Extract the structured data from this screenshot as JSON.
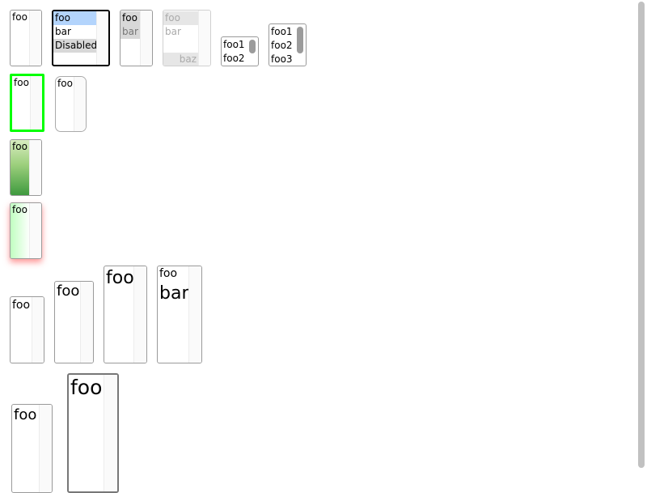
{
  "row1": {
    "single_foo": "foo",
    "focused": {
      "options": [
        "foo",
        "bar",
        "Disabled"
      ]
    },
    "gray_selected": {
      "options": [
        "foo",
        "bar"
      ]
    },
    "disabled_list": {
      "options": [
        "foo",
        "bar",
        "baz"
      ]
    },
    "small_scroll": {
      "options": [
        "foo1",
        "foo2"
      ]
    },
    "scroll3": {
      "options": [
        "foo1",
        "foo2",
        "foo3"
      ]
    }
  },
  "row2": {
    "green_border": "foo",
    "rounded": "foo"
  },
  "row3": {
    "gradient": "foo"
  },
  "row4": {
    "glow": "foo"
  },
  "row5": {
    "size1": "foo",
    "size2": "foo",
    "size3": "foo",
    "multi": [
      "foo",
      "bar"
    ]
  },
  "row6": {
    "large1": "foo",
    "large2": "foo"
  },
  "colors": {
    "selection_blue": "#b3d4fc",
    "selection_gray": "#d8d8d8",
    "focus_border": "#000000",
    "green_border": "#00ff00",
    "glow_red": "#ff8080"
  }
}
